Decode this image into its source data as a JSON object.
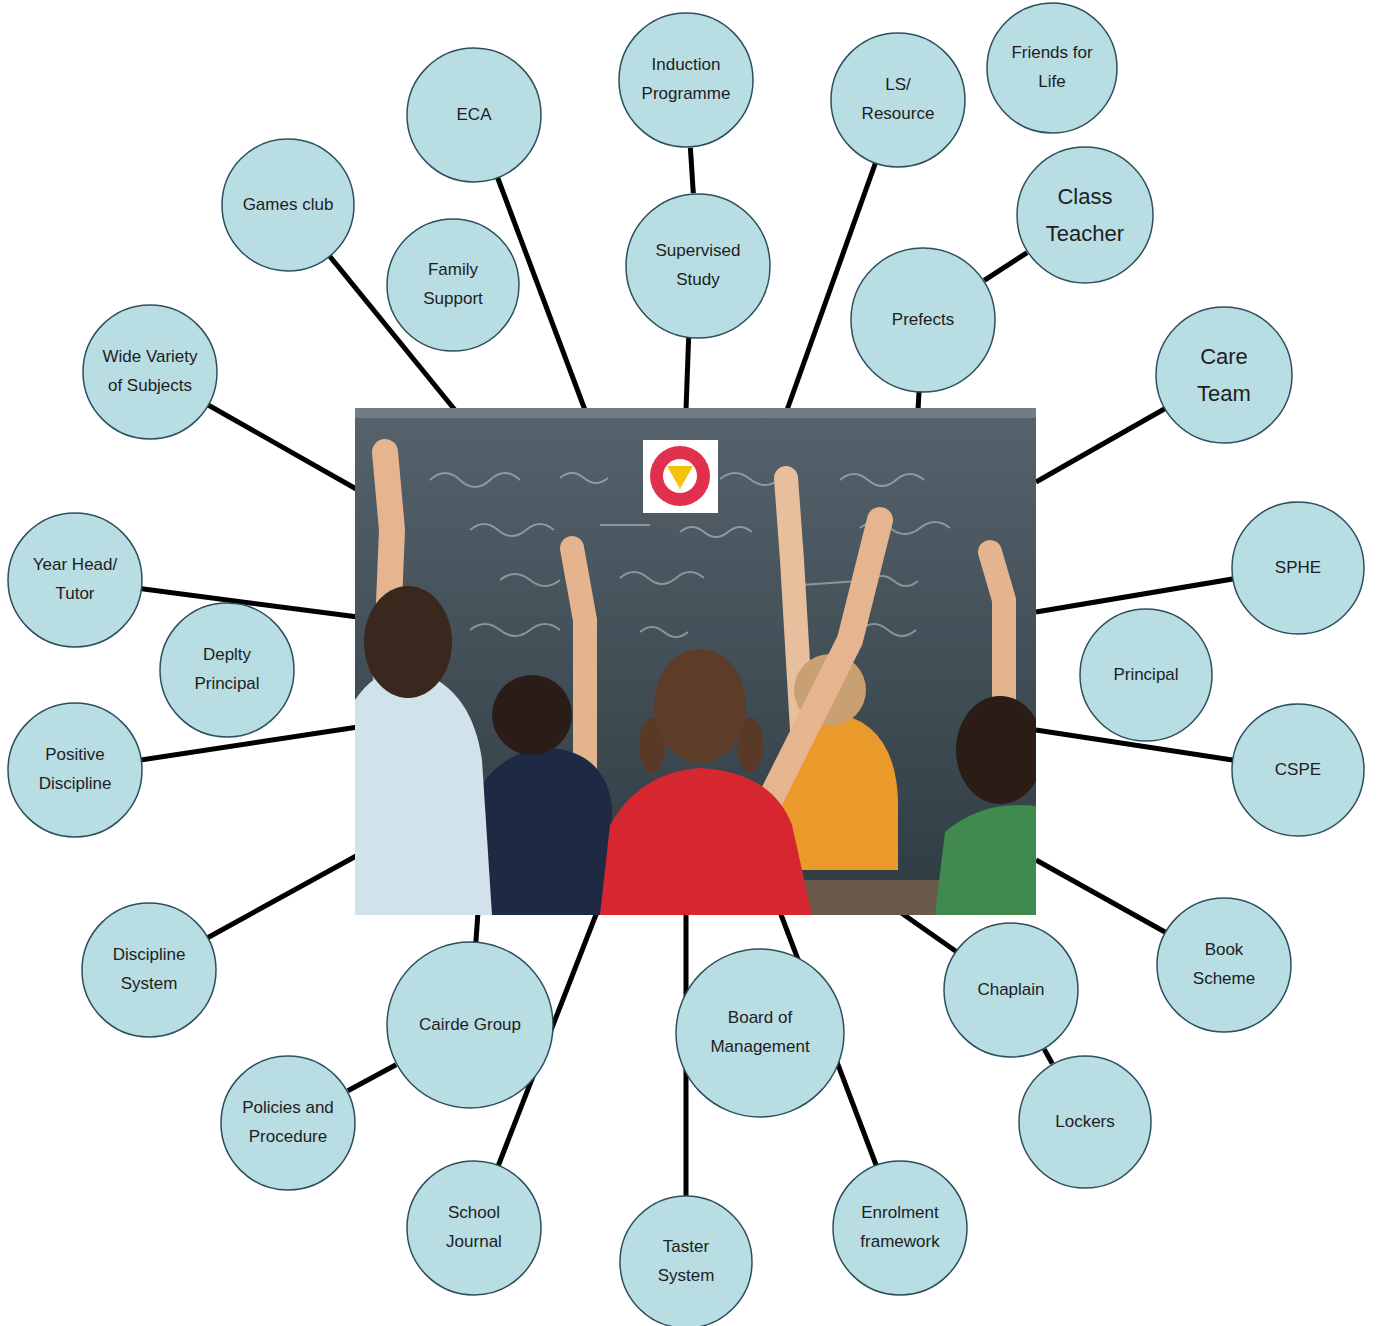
{
  "diagram": {
    "nodes": [
      {
        "text": [
          "Friends for Life"
        ]
      },
      {
        "text": [
          "Induction Programme"
        ]
      },
      {
        "text": [
          "ECA"
        ]
      },
      {
        "text": [
          "LS/ Resource"
        ]
      },
      {
        "text": [
          "Games club"
        ]
      },
      {
        "text": [
          "Class Teacher"
        ]
      },
      {
        "text": [
          "Supervised Study"
        ]
      },
      {
        "text": [
          "Family Support"
        ]
      },
      {
        "text": [
          "Prefects"
        ]
      },
      {
        "text": [
          "Care Team"
        ]
      },
      {
        "text": [
          "Wide Variety of Subjects"
        ]
      },
      {
        "text": [
          "SPHE"
        ]
      },
      {
        "text": [
          "Year Head/ Tutor"
        ]
      },
      {
        "text": [
          "Deplty Principal"
        ]
      },
      {
        "text": [
          "Principal"
        ]
      },
      {
        "text": [
          "Positive Discipline"
        ]
      },
      {
        "text": [
          "CSPE"
        ]
      },
      {
        "text": [
          "Discipline System"
        ]
      },
      {
        "text": [
          "Book Scheme"
        ]
      },
      {
        "text": [
          "Chaplain"
        ]
      },
      {
        "text": [
          "Cairde Group"
        ]
      },
      {
        "text": [
          "Board of Management"
        ]
      },
      {
        "text": [
          "Lockers"
        ]
      },
      {
        "text": [
          "Policies and Procedure"
        ]
      },
      {
        "text": [
          "School Journal"
        ]
      },
      {
        "text": [
          "Taster System"
        ]
      },
      {
        "text": [
          "Enrolment framework"
        ]
      }
    ],
    "edges": [
      {
        "from": 1,
        "to": 6,
        "arrow": "none"
      },
      {
        "from": 5,
        "to": 8,
        "arrow": "none"
      },
      {
        "from": 19,
        "to": 22,
        "arrow": "none"
      },
      {
        "from": 23,
        "to": 20,
        "arrow": "none"
      }
    ]
  }
}
